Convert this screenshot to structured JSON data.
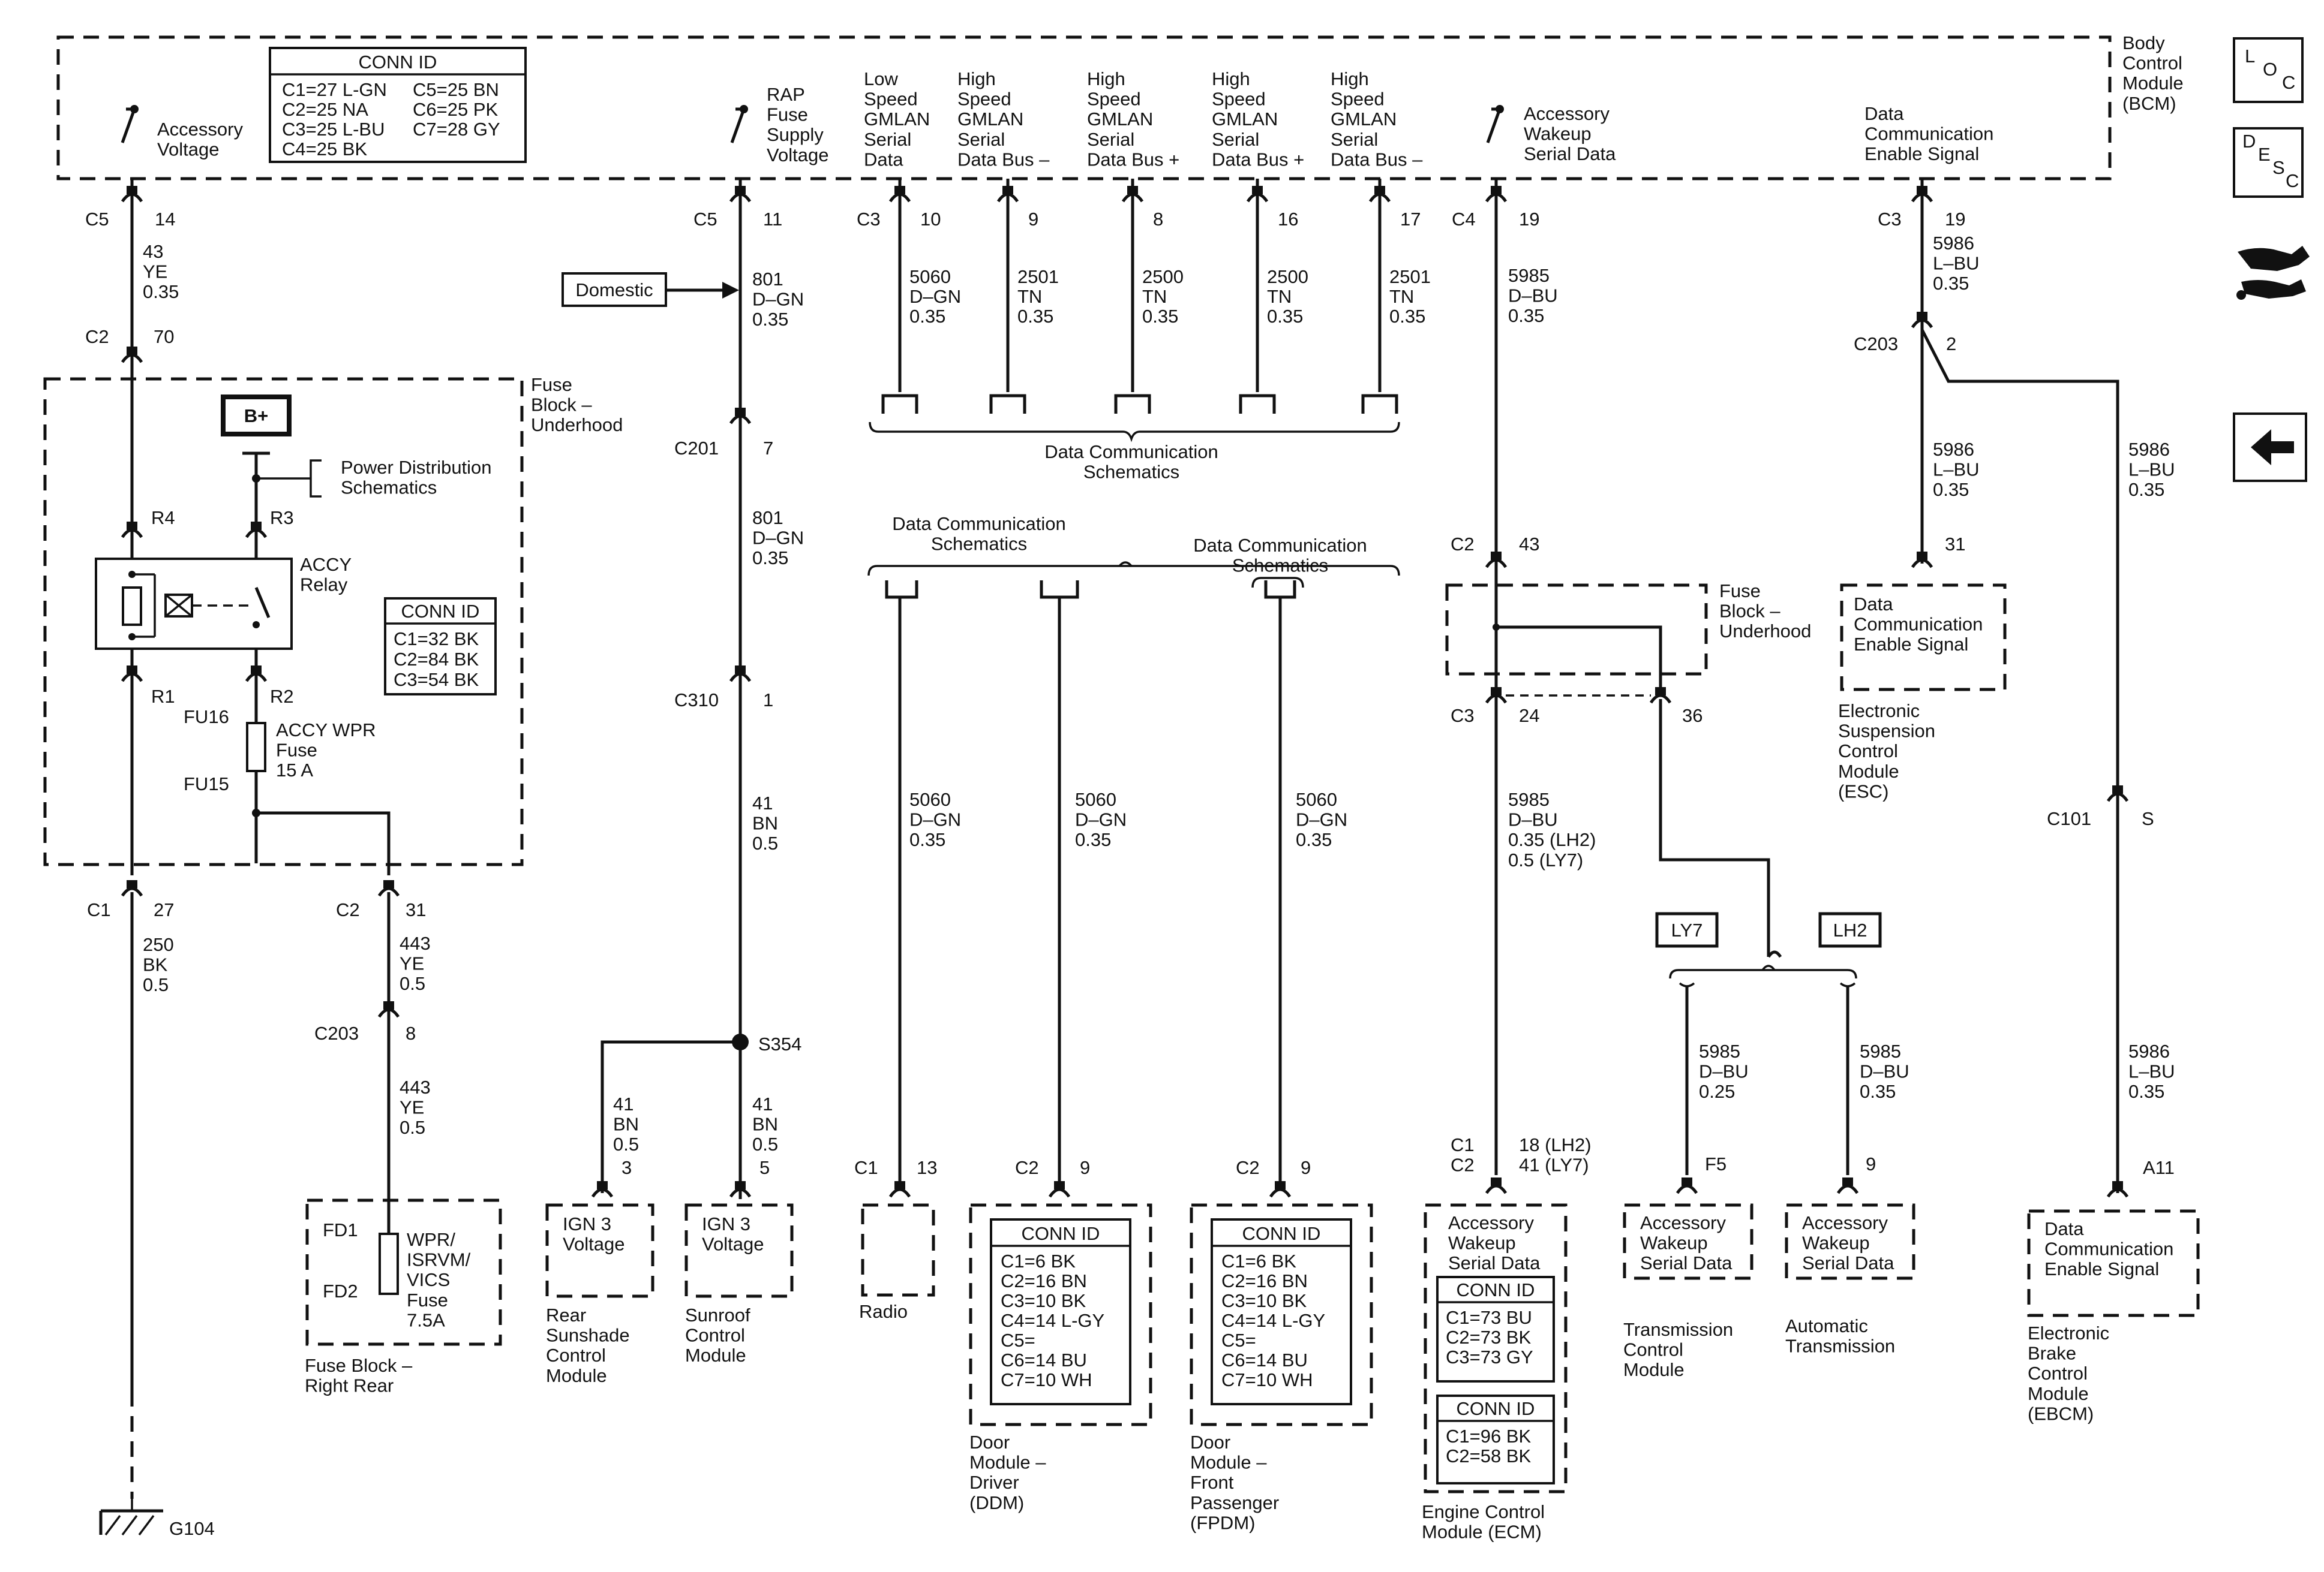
{
  "bcm": {
    "label": [
      "Body",
      "Control",
      "Module",
      "(BCM)"
    ],
    "conn_id": {
      "title": "CONN ID",
      "col1": [
        "C1=27 L-GN",
        "C2=25 NA",
        "C3=25 L-BU",
        "C4=25 BK"
      ],
      "col2": [
        "C5=25 BN",
        "C6=25 PK",
        "C7=28 GY"
      ]
    },
    "inputs": {
      "accessory_voltage": [
        "Accessory",
        "Voltage"
      ],
      "rap_supply": [
        "RAP",
        "Fuse",
        "Supply",
        "Voltage"
      ],
      "ls_gmlan": [
        "Low",
        "Speed",
        "GMLAN",
        "Serial",
        "Data"
      ],
      "hs_minus_1": [
        "High",
        "Speed",
        "GMLAN",
        "Serial",
        "Data Bus –"
      ],
      "hs_plus_1": [
        "High",
        "Speed",
        "GMLAN",
        "Serial",
        "Data Bus +"
      ],
      "hs_plus_2": [
        "High",
        "Speed",
        "GMLAN",
        "Serial",
        "Data Bus +"
      ],
      "hs_minus_2": [
        "High",
        "Speed",
        "GMLAN",
        "Serial",
        "Data Bus –"
      ],
      "wakeup": [
        "Accessory",
        "Wakeup",
        "Serial Data"
      ],
      "dces": [
        "Data",
        "Communication",
        "Enable Signal"
      ]
    }
  },
  "side_icons": {
    "loc": [
      "L",
      "O",
      "C"
    ],
    "desc": [
      "D",
      "E",
      "S",
      "C"
    ]
  },
  "connectors": {
    "c5_14": [
      "C5",
      "14"
    ],
    "c2_70": [
      "C2",
      "70"
    ],
    "c5_11": [
      "C5",
      "11"
    ],
    "c201_7": [
      "C201",
      "7"
    ],
    "c310_1": [
      "C310",
      "1"
    ],
    "c3_10": [
      "C3",
      "10"
    ],
    "p9": "9",
    "p8": "8",
    "p16": "16",
    "p17": "17",
    "c4_19": [
      "C4",
      "19"
    ],
    "c2_43": [
      "C2",
      "43"
    ],
    "c3_24": [
      "C3",
      "24"
    ],
    "p36": "36",
    "c3_19": [
      "C3",
      "19"
    ],
    "c203_2": [
      "C203",
      "2"
    ],
    "p31": "31",
    "c101_s": [
      "C101",
      "S"
    ],
    "a11": "A11",
    "r4": "R4",
    "r3": "R3",
    "r1": "R1",
    "r2": "R2",
    "c1_27": [
      "C1",
      "27"
    ],
    "c2_31": [
      "C2",
      "31"
    ],
    "c203_8": [
      "C203",
      "8"
    ],
    "p3": "3",
    "p5": "5",
    "c1_13": [
      "C1",
      "13"
    ],
    "c2_9a": [
      "C2",
      "9"
    ],
    "c2_9b": [
      "C2",
      "9"
    ],
    "ecm_conn": [
      "C1",
      "C2",
      "18 (LH2)",
      "41 (LY7)"
    ],
    "f5": "F5",
    "p9b": "9",
    "fu16": "FU16",
    "fu15": "FU15",
    "fd1": "FD1",
    "fd2": "FD2",
    "s354": "S354",
    "g104": "G104"
  },
  "wires": {
    "w43": [
      "43",
      "YE",
      "0.35"
    ],
    "w801a": [
      "801",
      "D–GN",
      "0.35"
    ],
    "w801b": [
      "801",
      "D–GN",
      "0.35"
    ],
    "w41a": [
      "41",
      "BN",
      "0.5"
    ],
    "w41b": [
      "41",
      "BN",
      "0.5"
    ],
    "w41c": [
      "41",
      "BN",
      "0.5"
    ],
    "w5060a": [
      "5060",
      "D–GN",
      "0.35"
    ],
    "w2501a": [
      "2501",
      "TN",
      "0.35"
    ],
    "w2500a": [
      "2500",
      "TN",
      "0.35"
    ],
    "w2500b": [
      "2500",
      "TN",
      "0.35"
    ],
    "w2501b": [
      "2501",
      "TN",
      "0.35"
    ],
    "w5985a": [
      "5985",
      "D–BU",
      "0.35"
    ],
    "w5985b": [
      "5985",
      "D–BU",
      "0.35 (LH2)",
      "0.5 (LY7)"
    ],
    "w5985c": [
      "5985",
      "D–BU",
      "0.25"
    ],
    "w5985d": [
      "5985",
      "D–BU",
      "0.35"
    ],
    "w5986a": [
      "5986",
      "L–BU",
      "0.35"
    ],
    "w5986b": [
      "5986",
      "L–BU",
      "0.35"
    ],
    "w5986c": [
      "5986",
      "L–BU",
      "0.35"
    ],
    "w5986d": [
      "5986",
      "L–BU",
      "0.35"
    ],
    "w250": [
      "250",
      "BK",
      "0.5"
    ],
    "w443a": [
      "443",
      "YE",
      "0.5"
    ],
    "w443b": [
      "443",
      "YE",
      "0.5"
    ],
    "w5060b": [
      "5060",
      "D–GN",
      "0.35"
    ],
    "w5060c": [
      "5060",
      "D–GN",
      "0.35"
    ],
    "w5060d": [
      "5060",
      "D–GN",
      "0.35"
    ]
  },
  "fuse_block_uh": {
    "label": [
      "Fuse",
      "Block –",
      "Underhood"
    ],
    "bplus": "B+",
    "power_dist": [
      "Power Distribution",
      "Schematics"
    ],
    "relay": [
      "ACCY",
      "Relay"
    ],
    "conn_id": {
      "title": "CONN ID",
      "rows": [
        "C1=32 BK",
        "C2=84 BK",
        "C3=54 BK"
      ]
    },
    "fuse": [
      "ACCY WPR",
      "Fuse",
      "15 A"
    ]
  },
  "fuse_block_uh2": [
    "Fuse",
    "Block –",
    "Underhood"
  ],
  "domestic": "Domestic",
  "data_comm_schem": [
    "Data Communication",
    "Schematics"
  ],
  "options": {
    "ly7": "LY7",
    "lh2": "LH2"
  },
  "modules": {
    "fuse_rr": {
      "fuse": [
        "WPR/",
        "ISRVM/",
        "VICS",
        "Fuse",
        "7.5A"
      ],
      "name": [
        "Fuse Block –",
        "Right Rear"
      ]
    },
    "rear_sunshade": {
      "box": [
        "IGN 3",
        "Voltage"
      ],
      "name": [
        "Rear",
        "Sunshade",
        "Control",
        "Module"
      ]
    },
    "sunroof": {
      "box": [
        "IGN 3",
        "Voltage"
      ],
      "name": [
        "Sunroof",
        "Control",
        "Module"
      ]
    },
    "radio": {
      "name": [
        "Radio"
      ]
    },
    "ddm": {
      "conn_title": "CONN ID",
      "conn_rows": [
        "C1=6 BK",
        "C2=16 BN",
        "C3=10 BK",
        "C4=14 L-GY",
        "C5=",
        "C6=14 BU",
        "C7=10 WH"
      ],
      "name": [
        "Door",
        "Module –",
        "Driver",
        "(DDM)"
      ]
    },
    "fpdm": {
      "conn_title": "CONN ID",
      "conn_rows": [
        "C1=6 BK",
        "C2=16 BN",
        "C3=10 BK",
        "C4=14 L-GY",
        "C5=",
        "C6=14 BU",
        "C7=10 WH"
      ],
      "name": [
        "Door",
        "Module –",
        "Front",
        "Passenger",
        "(FPDM)"
      ]
    },
    "ecm": {
      "box": [
        "Accessory",
        "Wakeup",
        "Serial Data"
      ],
      "conn1_title": "CONN ID",
      "conn1_rows": [
        "C1=73 BU",
        "C2=73 BK",
        "C3=73 GY"
      ],
      "conn2_title": "CONN ID",
      "conn2_rows": [
        "C1=96 BK",
        "C2=58 BK"
      ],
      "name": [
        "Engine Control",
        "Module (ECM)"
      ]
    },
    "tcm": {
      "box": [
        "Accessory",
        "Wakeup",
        "Serial Data"
      ],
      "name": [
        "Transmission",
        "Control",
        "Module"
      ]
    },
    "auto_trans": {
      "box": [
        "Accessory",
        "Wakeup",
        "Serial Data"
      ],
      "name": [
        "Automatic",
        "Transmission"
      ]
    },
    "esc": {
      "box": [
        "Data",
        "Communication",
        "Enable Signal"
      ],
      "name": [
        "Electronic",
        "Suspension",
        "Control",
        "Module",
        "(ESC)"
      ]
    },
    "ebcm": {
      "box": [
        "Data",
        "Communication",
        "Enable Signal"
      ],
      "name": [
        "Electronic",
        "Brake",
        "Control",
        "Module",
        "(EBCM)"
      ]
    }
  }
}
